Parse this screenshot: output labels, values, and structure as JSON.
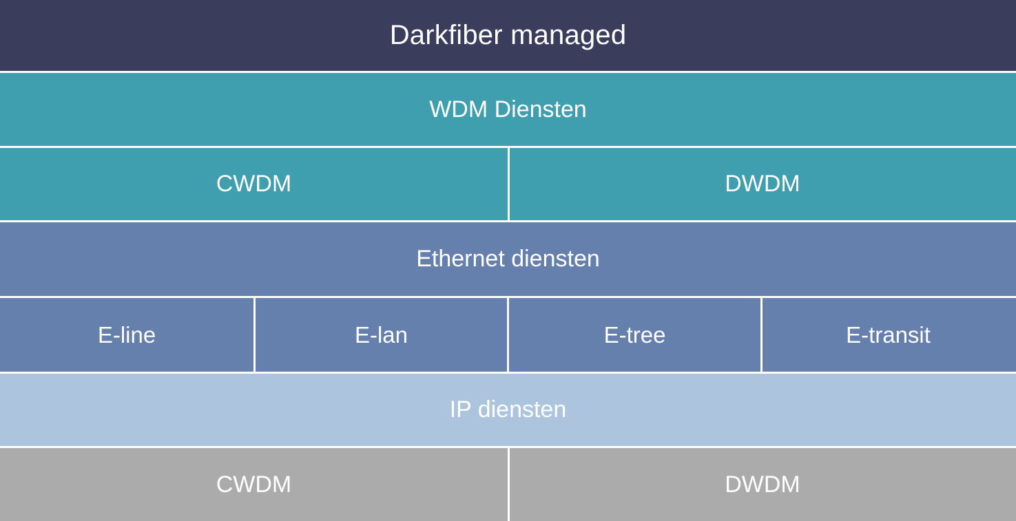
{
  "diagram": {
    "title": "Darkfiber managed",
    "rows": [
      {
        "id": "darkfiber-managed",
        "label": "Darkfiber managed",
        "color": "#3a3d5c",
        "text_color": "#ffffff",
        "cells": [
          {
            "label": "Darkfiber managed"
          }
        ]
      },
      {
        "id": "wdm-diensten",
        "label": "WDM Diensten",
        "color": "#3f9fae",
        "text_color": "#ffffff",
        "cells": [
          {
            "label": "WDM Diensten"
          }
        ]
      },
      {
        "id": "wdm-types",
        "label": "",
        "color": "#3f9fae",
        "text_color": "#ffffff",
        "cells": [
          {
            "label": "CWDM"
          },
          {
            "label": "DWDM"
          }
        ]
      },
      {
        "id": "ethernet-diensten",
        "label": "Ethernet diensten",
        "color": "#6680ad",
        "text_color": "#ffffff",
        "cells": [
          {
            "label": "Ethernet diensten"
          }
        ]
      },
      {
        "id": "ethernet-types",
        "label": "",
        "color": "#6680ad",
        "text_color": "#ffffff",
        "cells": [
          {
            "label": "E-line"
          },
          {
            "label": "E-lan"
          },
          {
            "label": "E-tree"
          },
          {
            "label": "E-transit"
          }
        ]
      },
      {
        "id": "ip-diensten",
        "label": "IP diensten",
        "color": "#adc4de",
        "text_color": "#ffffff",
        "cells": [
          {
            "label": "IP diensten"
          }
        ]
      },
      {
        "id": "bottom-wdm-types",
        "label": "",
        "color": "#ababab",
        "text_color": "#ffffff",
        "cells": [
          {
            "label": "CWDM"
          },
          {
            "label": "DWDM"
          }
        ]
      }
    ]
  },
  "colors": {
    "navy": "#3a3d5c",
    "teal": "#3f9fae",
    "slate_blue": "#6680ad",
    "sky_blue": "#adc4de",
    "gray": "#ababab",
    "separator": "#ffffff",
    "label_text": "#ffffff"
  }
}
